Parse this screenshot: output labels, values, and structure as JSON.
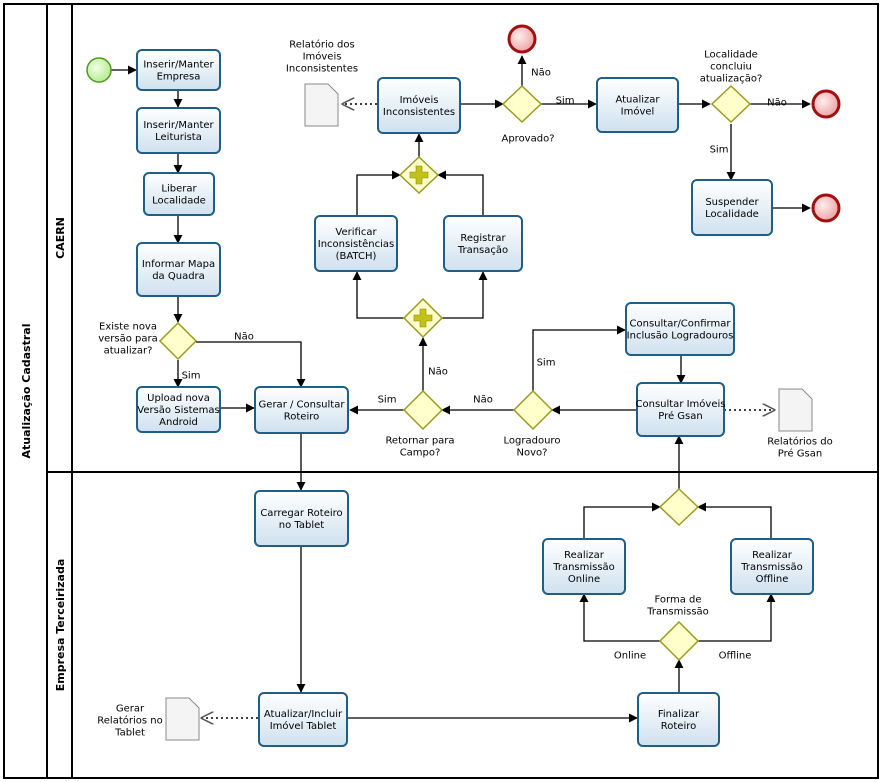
{
  "pool": {
    "title": "Atualização Cadastral"
  },
  "lanes": [
    {
      "id": "caern",
      "title": "CAERN"
    },
    {
      "id": "terceirizada",
      "title": "Empresa Terceirizada"
    }
  ],
  "tasks": {
    "inserir_empresa": [
      "Inserir/Manter",
      "Empresa"
    ],
    "inserir_leiturista": [
      "Inserir/Manter",
      "Leiturista"
    ],
    "liberar_localidade": [
      "Liberar",
      "Localidade"
    ],
    "informar_mapa": [
      "Informar Mapa",
      "da Quadra"
    ],
    "upload": [
      "Upload nova",
      "Versão Sistemas",
      "Android"
    ],
    "gerar_roteiro": [
      "Gerar / Consultar",
      "Roteiro"
    ],
    "imoveis_inconsistentes": [
      "Imóveis",
      "Inconsistentes"
    ],
    "verificar_inconsistencias": [
      "Verificar",
      "Inconsistências",
      "(BATCH)"
    ],
    "registrar_transacao": [
      "Registrar",
      "Transação"
    ],
    "atualizar_imovel": [
      "Atualizar",
      "Imóvel"
    ],
    "suspender_localidade": [
      "Suspender",
      "Localidade"
    ],
    "consultar_logradouros": [
      "Consultar/Confirmar",
      "Inclusão Logradouros"
    ],
    "consultar_imoveis": [
      "Consultar Imóveis",
      "Pré Gsan"
    ],
    "carregar_roteiro": [
      "Carregar Roteiro",
      "no Tablet"
    ],
    "transmissao_online": [
      "Realizar",
      "Transmissão",
      "Online"
    ],
    "transmissao_offline": [
      "Realizar",
      "Transmissão",
      "Offline"
    ],
    "atualizar_tablet": [
      "Atualizar/Incluir",
      "Imóvel Tablet"
    ],
    "finalizar_roteiro": [
      "Finalizar",
      "Roteiro"
    ]
  },
  "gateways": {
    "existe_versao": [
      "Existe nova",
      "versão para",
      "atualizar?"
    ],
    "aprovado": [
      "Aprovado?"
    ],
    "localidade_concluiu": [
      "Localidade",
      "concluiu",
      "atualização?"
    ],
    "retornar_campo": [
      "Retornar para",
      "Campo?"
    ],
    "logradouro_novo": [
      "Logradouro",
      "Novo?"
    ],
    "forma_transmissao": [
      "Forma de",
      "Transmissão"
    ]
  },
  "artifacts": {
    "relatorio_inconsistentes": [
      "Relatório dos",
      "Imóveis",
      "Inconsistentes"
    ],
    "relatorios_pre_gsan": [
      "Relatórios do",
      "Pré Gsan"
    ],
    "gerar_relatorios_tablet": [
      "Gerar",
      "Relatórios no",
      "Tablet"
    ]
  },
  "flow_labels": {
    "sim": "Sim",
    "nao": "Não",
    "online": "Online",
    "offline": "Offline"
  },
  "colors": {
    "task_fill_top": "#ffffff",
    "task_fill_bottom": "#cfe1ef",
    "task_border": "#1f5f86",
    "gateway_fill": "#ffffcc",
    "gateway_border": "#9a9a20",
    "start_fill": "#bff59a",
    "start_border": "#4f9a1f",
    "end_fill": "#f0b4b4",
    "end_border": "#a01010"
  }
}
